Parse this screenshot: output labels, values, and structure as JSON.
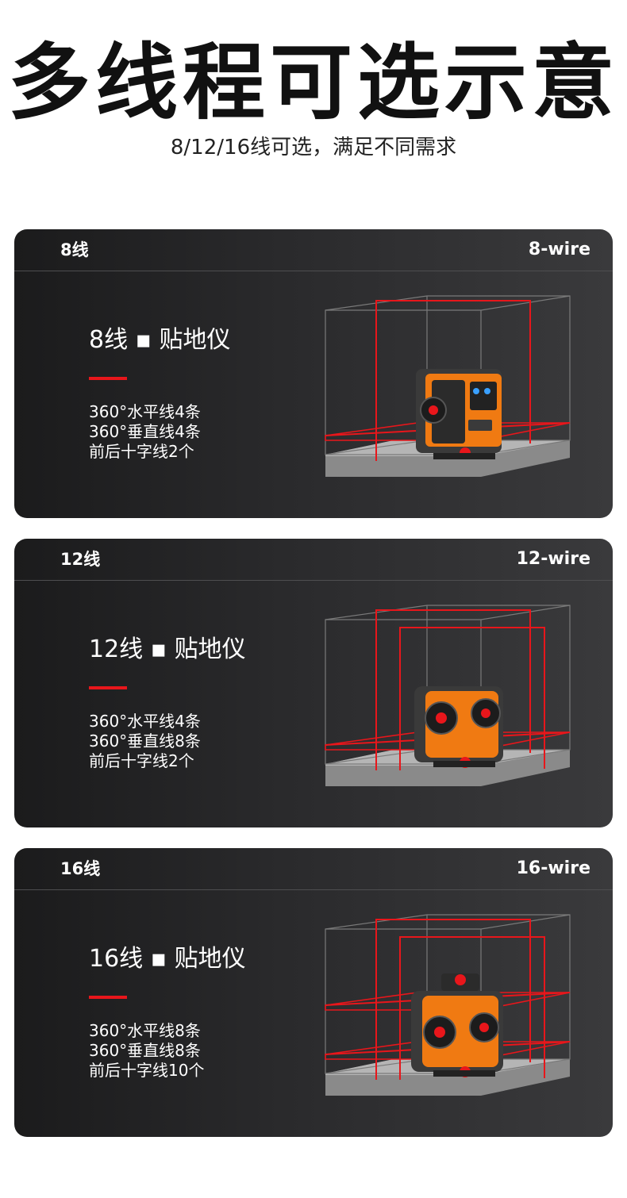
{
  "header": {
    "title": "多线程可选示意",
    "subtitle": "8/12/16线可选，满足不同需求"
  },
  "cards": [
    {
      "label_cn": "8线",
      "label_en": "8-wire",
      "model": "8线 ▪ 贴地仪",
      "specs": [
        "360°水平线4条",
        "360°垂直线4条",
        "前后十字线2个"
      ]
    },
    {
      "label_cn": "12线",
      "label_en": "12-wire",
      "model": "12线 ▪ 贴地仪",
      "specs": [
        "360°水平线4条",
        "360°垂直线8条",
        "前后十字线2个"
      ]
    },
    {
      "label_cn": "16线",
      "label_en": "16-wire",
      "model": "16线 ▪ 贴地仪",
      "specs": [
        "360°水平线8条",
        "360°垂直线8条",
        "前后十字线10个"
      ]
    }
  ],
  "colors": {
    "laser_red": "#e8161b",
    "device_orange": "#f07a12",
    "card_dark": "#1b1b1c"
  }
}
